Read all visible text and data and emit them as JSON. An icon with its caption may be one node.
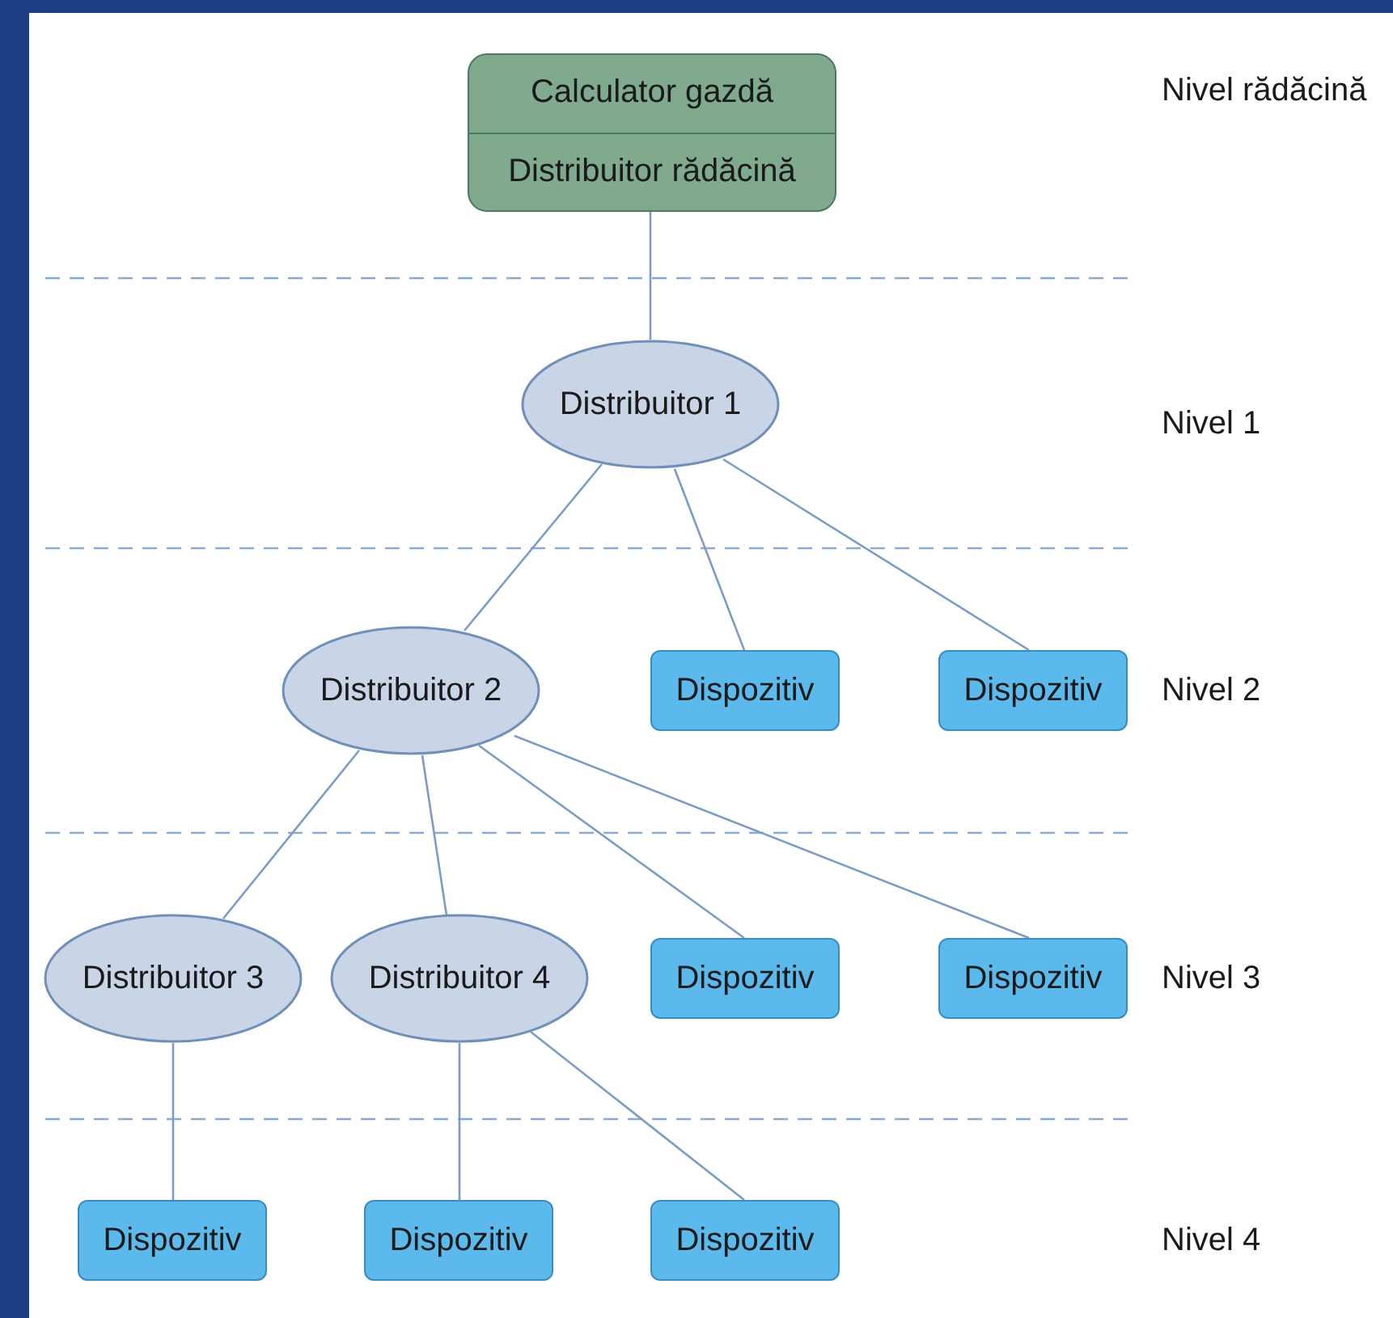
{
  "diagram": {
    "nodes": [
      {
        "text": [
          "Calculator gazdă",
          "Distribuitor rădăcină"
        ]
      },
      {
        "text": [
          "Distribuitor 1"
        ]
      },
      {
        "text": [
          "Distribuitor 2"
        ]
      },
      {
        "text": [
          "Dispozitiv"
        ]
      },
      {
        "text": [
          "Dispozitiv"
        ]
      },
      {
        "text": [
          "Distribuitor 3"
        ]
      },
      {
        "text": [
          "Distribuitor 4"
        ]
      },
      {
        "text": [
          "Dispozitiv"
        ]
      },
      {
        "text": [
          "Dispozitiv"
        ]
      },
      {
        "text": [
          "Dispozitiv"
        ]
      },
      {
        "text": [
          "Dispozitiv"
        ]
      },
      {
        "text": [
          "Dispozitiv"
        ]
      }
    ],
    "edges": [
      {
        "from": 0,
        "to": 1,
        "arrow": "none"
      },
      {
        "from": 1,
        "to": 2,
        "arrow": "none"
      },
      {
        "from": 1,
        "to": 3,
        "arrow": "none"
      },
      {
        "from": 1,
        "to": 4,
        "arrow": "none"
      },
      {
        "from": 2,
        "to": 5,
        "arrow": "none"
      },
      {
        "from": 2,
        "to": 6,
        "arrow": "none"
      },
      {
        "from": 2,
        "to": 7,
        "arrow": "none"
      },
      {
        "from": 2,
        "to": 8,
        "arrow": "none"
      },
      {
        "from": 5,
        "to": 9,
        "arrow": "none"
      },
      {
        "from": 6,
        "to": 10,
        "arrow": "none"
      },
      {
        "from": 6,
        "to": 11,
        "arrow": "none"
      }
    ],
    "labels": [
      "Nivel rădăcină",
      "Nivel 1",
      "Nivel 2",
      "Nivel 3",
      "Nivel 4"
    ]
  }
}
